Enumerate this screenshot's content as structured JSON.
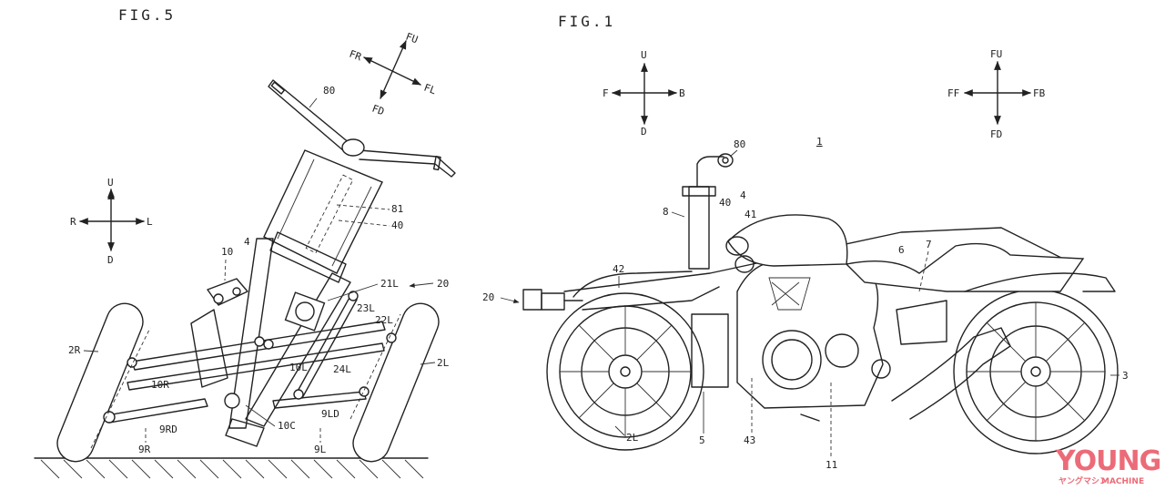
{
  "figures": [
    {
      "id": "fig5",
      "title": "FIG.5",
      "direction_axes": [
        {
          "up": "U",
          "down": "D",
          "left": "R",
          "right": "L"
        },
        {
          "up": "FU",
          "down": "FD",
          "left": "FR",
          "right": "FL",
          "tilted": true
        }
      ],
      "reference_labels": [
        "80",
        "81",
        "40",
        "4",
        "10",
        "21L",
        "20",
        "23L",
        "22L",
        "2R",
        "2L",
        "10L",
        "24L",
        "10R",
        "9RD",
        "10C",
        "9LD",
        "9R",
        "9L"
      ]
    },
    {
      "id": "fig1",
      "title": "FIG.1",
      "direction_axes": [
        {
          "up": "U",
          "down": "D",
          "left": "F",
          "right": "B"
        },
        {
          "up": "FU",
          "down": "FD",
          "left": "FF",
          "right": "FB"
        }
      ],
      "reference_labels": [
        "1",
        "80",
        "8",
        "40",
        "4",
        "41",
        "6",
        "7",
        "42",
        "20",
        "2L",
        "5",
        "43",
        "3",
        "11"
      ]
    }
  ],
  "labels": {
    "fig5_title": "FIG.5",
    "fig1_title": "FIG.1",
    "f5_U": "U",
    "f5_D": "D",
    "f5_R": "R",
    "f5_L": "L",
    "f5_FU": "FU",
    "f5_FD": "FD",
    "f5_FR": "FR",
    "f5_FL": "FL",
    "f5_80": "80",
    "f5_81": "81",
    "f5_40": "40",
    "f5_4": "4",
    "f5_10": "10",
    "f5_21L": "21L",
    "f5_20": "20",
    "f5_23L": "23L",
    "f5_22L": "22L",
    "f5_2R": "2R",
    "f5_2L": "2L",
    "f5_10L": "10L",
    "f5_24L": "24L",
    "f5_10R": "10R",
    "f5_9RD": "9RD",
    "f5_10C": "10C",
    "f5_9LD": "9LD",
    "f5_9R": "9R",
    "f5_9L": "9L",
    "f1_U": "U",
    "f1_D": "D",
    "f1_F": "F",
    "f1_B": "B",
    "f1_FU": "FU",
    "f1_FD": "FD",
    "f1_FF": "FF",
    "f1_FB": "FB",
    "f1_1": "1",
    "f1_80": "80",
    "f1_8": "8",
    "f1_40": "40",
    "f1_4": "4",
    "f1_41": "41",
    "f1_6": "6",
    "f1_7": "7",
    "f1_42": "42",
    "f1_20": "20",
    "f1_2L": "2L",
    "f1_5": "5",
    "f1_43": "43",
    "f1_3": "3",
    "f1_11": "11"
  },
  "watermark": {
    "main": "YOUNG",
    "sub_jp": "ヤングマシン",
    "sub": "MACHINE",
    "color": "#ec6b78"
  }
}
